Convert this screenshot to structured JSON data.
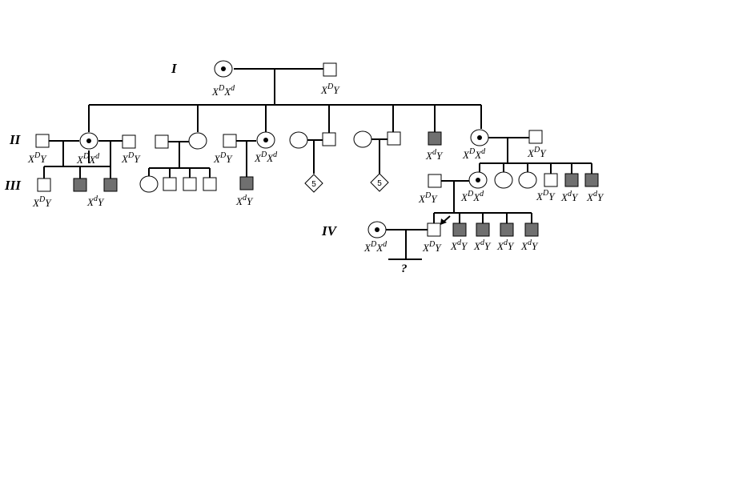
{
  "generations": {
    "g1": "I",
    "g2": "II",
    "g3": "III",
    "g4": "IV"
  },
  "genotypes": {
    "female_carrier": {
      "base1": "X",
      "sup1": "D",
      "base2": "X",
      "sup2": "d"
    },
    "male_normal": {
      "base1": "X",
      "sup1": "D",
      "base2": "Y"
    },
    "male_affected": {
      "base1": "X",
      "sup1": "d",
      "base2": "Y"
    }
  },
  "sibship_count": "5",
  "unknown_offspring": "?",
  "colors": {
    "affected_fill": "#707070",
    "line": "#000000",
    "background": "#ffffff"
  },
  "legend_notes": {
    "dot_in_circle": "carrier female",
    "filled_square": "affected male",
    "diamond": "sibship of unspecified sex",
    "arrow": "proband"
  }
}
